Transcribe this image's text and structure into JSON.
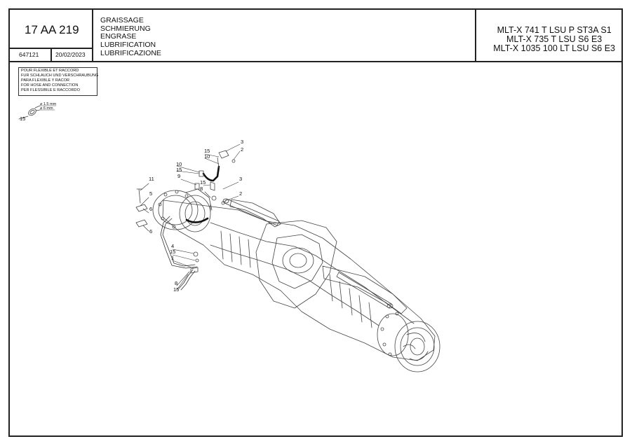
{
  "header": {
    "ref_code": "17 AA 219",
    "doc_number": "647121",
    "date": "20/02/2023",
    "categories": [
      "GRAISSAGE",
      "SCHMIERUNG",
      "ENGRASE",
      "LUBRIFICATION",
      "LUBRIFICAZIONE"
    ],
    "models": [
      "MLT-X 741 T LSU P ST3A S1",
      "MLT-X 735 T LSU S6 E3",
      "MLT-X 1035 100 LT LSU S6 E3"
    ]
  },
  "note": {
    "lines": [
      "POUR FLEXIBLE ET RACCORD",
      "FUR SCHLAUCH UND VERSCHRAUBUNG",
      "PARA FLEXIBLE Y RACOR",
      "FOR HOSE AND CONNECTION",
      "PER FLESSIBILE E RACCORDO"
    ]
  },
  "detail": {
    "ref": "15",
    "dim_1": "⌀ 1.5 mm",
    "dim_2": "⌀ 6 mm"
  },
  "callouts": {
    "c3a": "3",
    "c2a": "2",
    "c15a": "15",
    "c10a": "10",
    "c10b": "10",
    "c15b": "15",
    "c9": "9",
    "c15c": "15",
    "c8a": "8",
    "c3b": "3",
    "c2b": "2",
    "c11": "11",
    "c5": "5",
    "c6a": "6",
    "c6b": "6",
    "c4": "4",
    "c15d": "15",
    "c1": "1",
    "c8b": "8",
    "c15e": "15"
  }
}
